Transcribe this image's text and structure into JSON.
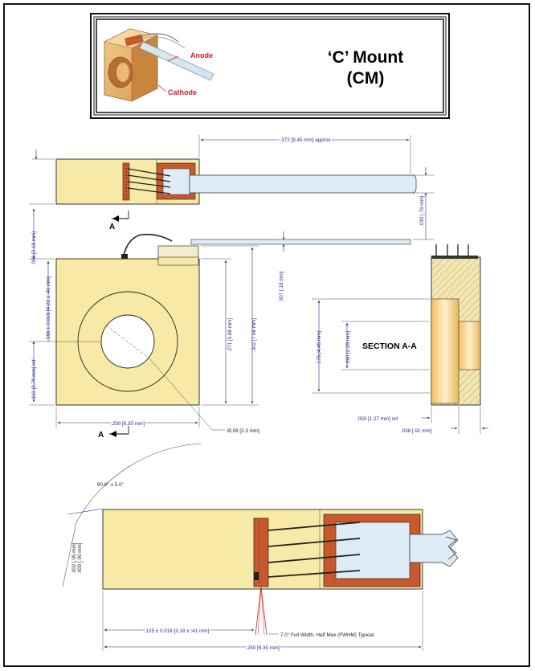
{
  "title": {
    "line1": "‘C’ Mount",
    "line2": "(CM)"
  },
  "callouts": {
    "anode": "Anode",
    "cathode": "Cathode"
  },
  "section_label": "SECTION  A-A",
  "cut_marks": {
    "top": "A",
    "bottom": "A"
  },
  "dimensions": {
    "lead_length": ".372 [9.45 mm] approx",
    "lead_height": ".030 [.76 mm]",
    "lead_thickness": ".007 [.18 mm]",
    "top_offset": ".086 [2.18 mm]",
    "hole_dia_total": ".166 ± 0.016 [4.22 ± .41 mm]",
    "ref_110": ".110 [2.79 mm] ref",
    "height_271": ".271 [6.88 mm]",
    "height_302": ".302 [7.68 mm]",
    "width_250": ".250 [6.35 mm]",
    "hole_dia": "Ø.09 [2.3 mm]",
    "section_175": ".175 [4.45 mm]",
    "section_090": ".090 [2.29 mm]",
    "ref_050": ".050 [1.27 mm] ref",
    "dim_036": ".036 [.91 mm]",
    "angle": "90.0° ± 5.0°",
    "chip_pos": ".125 ± 0.016 [3.18 ± .41 mm]",
    "fwhm": "7.0° Full Width, Half Max (FWHM) Typical",
    "bottom_width": ".250 [6.35 mm]",
    "chip_offset_a": ".002 [.05 mm]",
    "chip_offset_b": ".000 [.00 mm]"
  },
  "colors": {
    "body": "#f7eaa6",
    "copper": "#c9582c",
    "pad": "#ddecf5",
    "lead": "#cfe3ef",
    "dim": "#1f2f8a"
  }
}
